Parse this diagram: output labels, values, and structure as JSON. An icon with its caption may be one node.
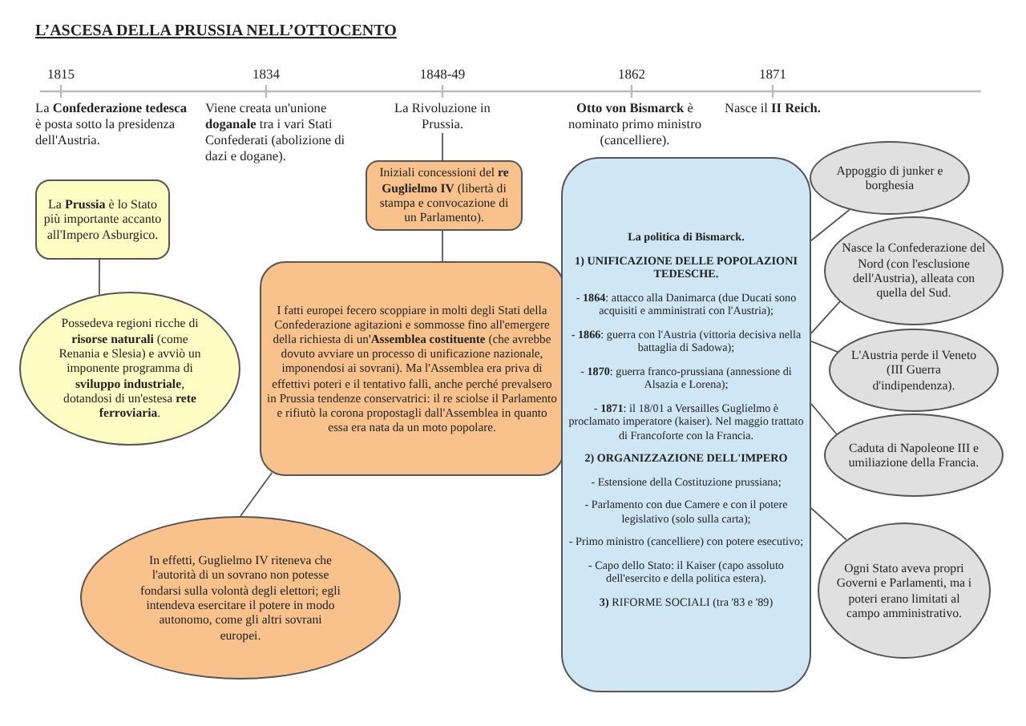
{
  "diagram": {
    "title": "L’ASCESA DELLA PRUSSIA NELL’OTTOCENTO",
    "nodes": [
      {
        "text": [
          "La **Confederazione tedesca** è posta sotto la presidenza dell'Austria."
        ],
        "beside": [
          "1815"
        ]
      },
      {
        "text": [
          "Viene creata un'unione **doganale** tra i vari Stati Confederati (abolizione di dazi e dogane)."
        ],
        "beside": [
          "1834"
        ]
      },
      {
        "text": [
          "La Rivoluzione in Prussia."
        ],
        "beside": [
          "1848-49"
        ]
      },
      {
        "text": [
          "**Otto von Bismarck** è nominato primo ministro (cancelliere)."
        ],
        "beside": [
          "1862"
        ]
      },
      {
        "text": [
          "Nasce il **II Reich.**"
        ],
        "beside": [
          "1871"
        ]
      },
      {
        "text": [
          "La **Prussia** è lo Stato più importante accanto all'Impero Asburgico."
        ]
      },
      {
        "text": [
          "Possedeva regioni ricche di **risorse naturali** (come Renania e Slesia) e avviò un imponente programma di **sviluppo industriale**, dotandosi di un'estesa **rete ferroviaria**."
        ]
      },
      {
        "text": [
          "Iniziali concessioni del **re Guglielmo IV** (libertà di stampa e convocazione di un Parlamento)."
        ]
      },
      {
        "text": [
          "I fatti europei fecero scoppiare in molti degli Stati della Confederazione agitazioni e sommosse fino all'emergere della richiesta di un'**Assemblea costituente** (che avrebbe dovuto avviare un processo di unificazione nazionale, imponendosi ai sovrani). Ma l'Assemblea era priva di effettivi poteri e il tentativo fallì, anche perché prevalsero in Prussia tendenze conservatrici: il re sciolse il Parlamento e rifiutò la corona propostagli dall'Assemblea in quanto essa era nata da un moto popolare."
        ]
      },
      {
        "text": [
          "In effetti, Guglielmo IV riteneva che l'autorità di un sovrano non potesse fondarsi sulla volontà degli elettori; egli intendeva esercitare il potere in modo autonomo, come gli altri sovrani europei."
        ]
      },
      {
        "text": [
          "La politica di Bismarck.",
          "1) UNIFICAZIONE DELLE POPOLAZIONI TEDESCHE.",
          "- **1864**: attacco alla Danimarca (due Ducati sono acquisiti e amministrati con l'Austria);",
          "- **1866**: guerra con l'Austria (vittoria decisiva nella battaglia di Sadowa);",
          "- **1870**: guerra franco-prussiana (annessione di Alsazia e Lorena);",
          "- **1871**: il 18/01 a Versailles Guglielmo è proclamato imperatore (kaiser). Nel maggio trattato di Francoforte con la Francia.",
          "2) ORGANIZZAZIONE DELL'IMPERO",
          "- Estensione della Costituzione prussiana;",
          "- Parlamento con due Camere e con il potere legislativo (solo sulla carta);",
          "- Primo ministro (cancelliere) con potere esecutivo;",
          "- Capo dello Stato: il Kaiser (capo assoluto dell'esercito e della politica estera).",
          "**3)** RIFORME SOCIALI (tra '83 e '89)"
        ]
      },
      {
        "text": [
          "Appoggio di junker e borghesia"
        ]
      },
      {
        "text": [
          "Nasce la Confederazione del Nord (con l'esclusione dell'Austria), alleata con quella del Sud."
        ]
      },
      {
        "text": [
          "L'Austria perde il Veneto (III Guerra d'indipendenza)."
        ]
      },
      {
        "text": [
          "Caduta di Napoleone III e umiliazione della Francia."
        ]
      },
      {
        "text": [
          "Ogni Stato aveva propri Governi e Parlamenti, ma i poteri erano limitati al campo amministrativo."
        ]
      }
    ],
    "edges": [
      {
        "from": 5,
        "to": 6,
        "arrow": "none"
      },
      {
        "from": 2,
        "to": 7,
        "arrow": "none"
      },
      {
        "from": 7,
        "to": 8,
        "arrow": "none"
      },
      {
        "from": 8,
        "to": 9,
        "arrow": "none"
      },
      {
        "from": 10,
        "to": 11,
        "arrow": "none"
      },
      {
        "from": 10,
        "to": 12,
        "arrow": "none"
      },
      {
        "from": 10,
        "to": 13,
        "arrow": "none"
      },
      {
        "from": 10,
        "to": 14,
        "arrow": "none"
      },
      {
        "from": 10,
        "to": 15,
        "arrow": "none"
      }
    ]
  }
}
